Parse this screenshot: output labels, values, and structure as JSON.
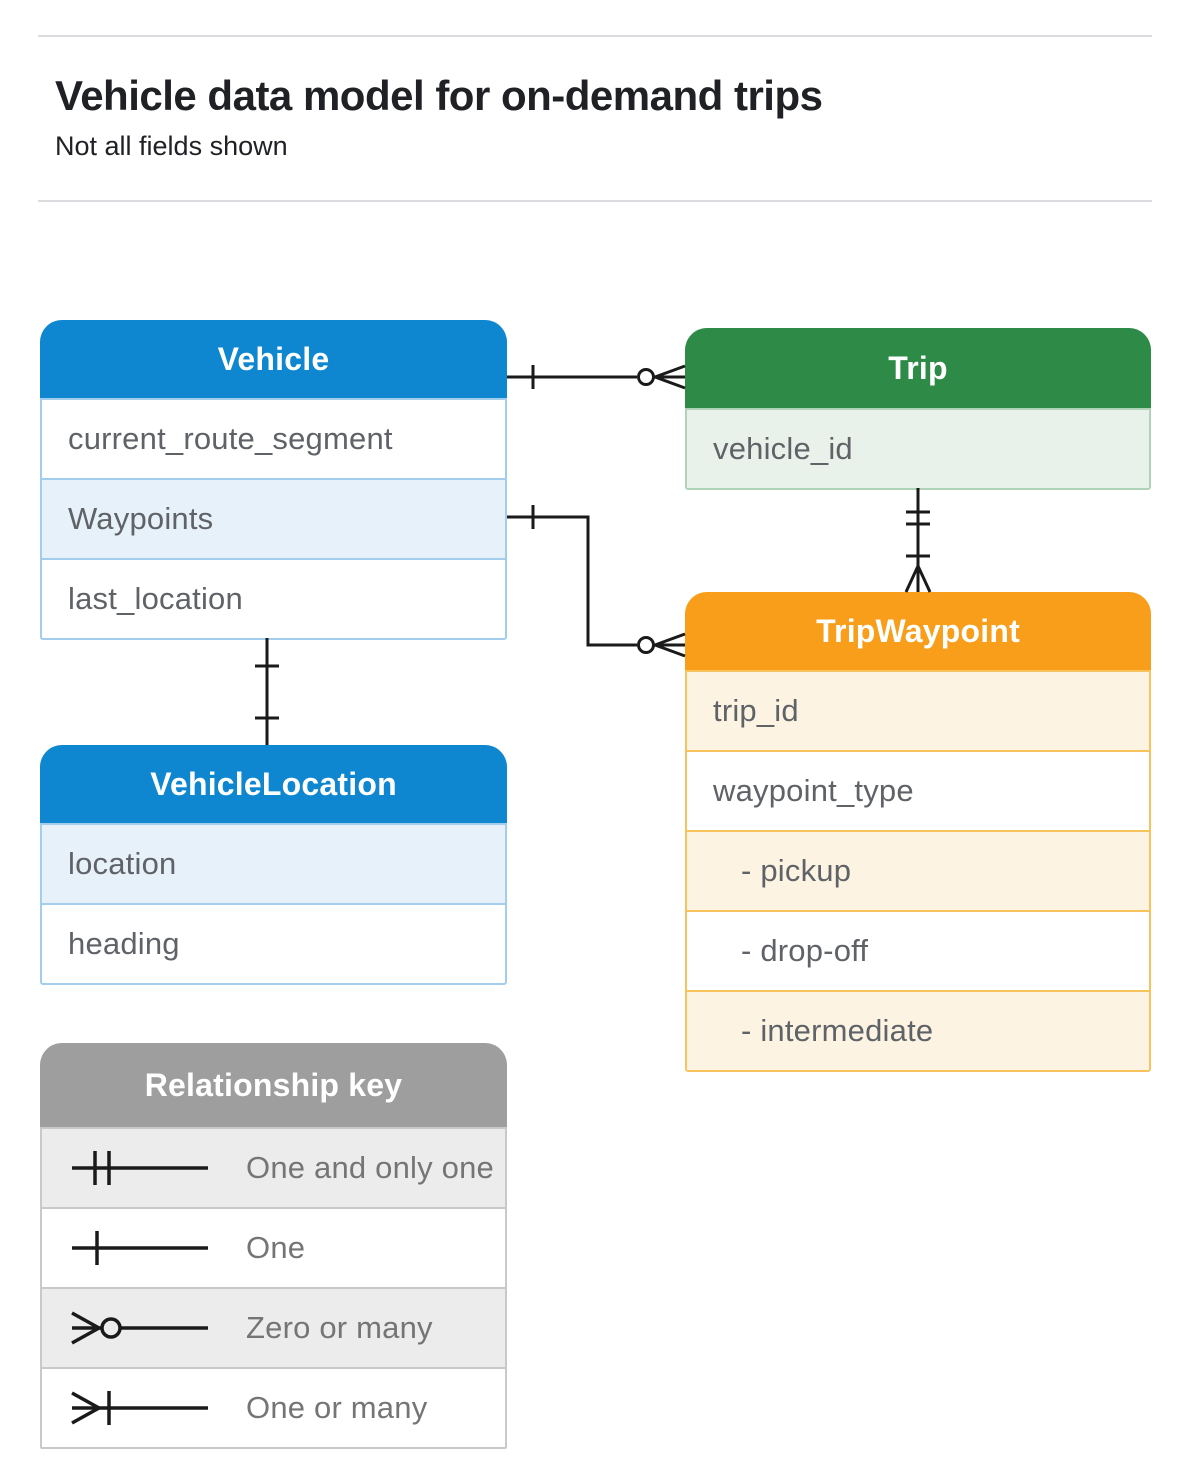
{
  "page": {
    "title": "Vehicle data model for on-demand trips",
    "subtitle": "Not all fields shown"
  },
  "entities": {
    "vehicle": {
      "title": "Vehicle",
      "fields": [
        "current_route_segment",
        "Waypoints",
        "last_location"
      ]
    },
    "trip": {
      "title": "Trip",
      "fields": [
        "vehicle_id"
      ]
    },
    "trip_waypoint": {
      "title": "TripWaypoint",
      "fields": [
        "trip_id",
        "waypoint_type",
        "- pickup",
        "- drop-off",
        "- intermediate"
      ]
    },
    "vehicle_location": {
      "title": "VehicleLocation",
      "fields": [
        "location",
        "heading"
      ]
    }
  },
  "legend": {
    "title": "Relationship key",
    "items": [
      {
        "symbol": "one-and-only-one",
        "label": "One and only one"
      },
      {
        "symbol": "one",
        "label": "One"
      },
      {
        "symbol": "zero-or-many",
        "label": "Zero or many"
      },
      {
        "symbol": "one-or-many",
        "label": "One or many"
      }
    ]
  },
  "relationships": [
    {
      "from": "Vehicle",
      "to": "Trip",
      "from_cardinality": "one",
      "to_cardinality": "zero-or-many"
    },
    {
      "from": "Vehicle.Waypoints",
      "to": "TripWaypoint",
      "from_cardinality": "one",
      "to_cardinality": "zero-or-many"
    },
    {
      "from": "Trip",
      "to": "TripWaypoint",
      "from_cardinality": "one-and-only-one",
      "to_cardinality": "one-or-many"
    },
    {
      "from": "Vehicle",
      "to": "VehicleLocation",
      "from_cardinality": "one",
      "to_cardinality": "one"
    }
  ],
  "colors": {
    "blue": "#0e87d0",
    "blue-tint": "#e7f1fa",
    "blue-border": "#a3cdec",
    "green": "#2e8b47",
    "green-tint": "#e9f2ea",
    "green-border": "#aed3b6",
    "orange": "#f89e1b",
    "orange-tint": "#fdf3e2",
    "orange-border": "#f8c35d",
    "gray": "#9e9e9e",
    "gray-tint": "#ececec",
    "gray-border": "#c9c9c9",
    "text": "#202124",
    "field-text": "#5f6368",
    "key-text": "#757575",
    "line": "#1a1a1a",
    "divider": "#dadce0"
  }
}
